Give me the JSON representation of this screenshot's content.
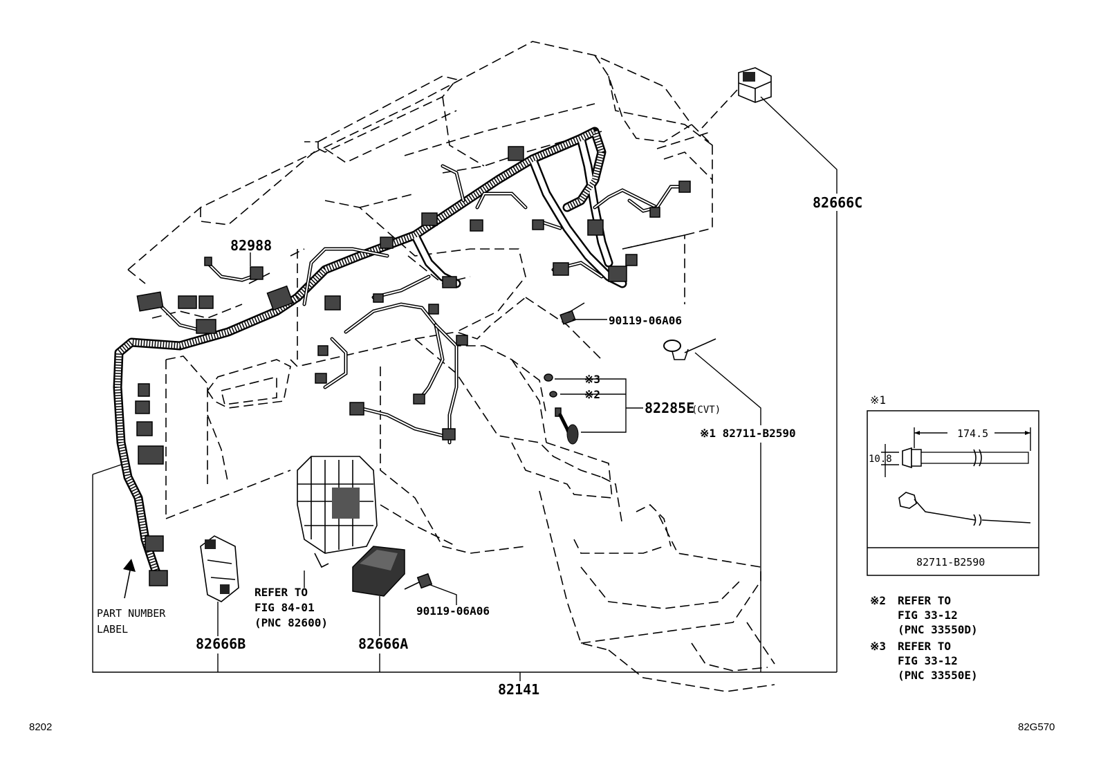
{
  "diagram": {
    "labels": {
      "p82988": "82988",
      "p82666C": "82666C",
      "p90119_top": "90119-06A06",
      "p82285E": "82285E",
      "p82285E_suffix": "(CVT)",
      "mark3_small": "※3",
      "mark2_small": "※2",
      "p82711": "※1 82711-B2590",
      "part_number_label_line1": "PART NUMBER",
      "part_number_label_line2": "LABEL",
      "p82666B": "82666B",
      "refer_line1": "REFER TO",
      "refer_line2": "FIG 84-01",
      "refer_line3": "(PNC 82600)",
      "p82666A": "82666A",
      "p90119_bottom": "90119-06A06",
      "p82141": "82141"
    },
    "detail": {
      "title": "※1",
      "dim_length": "174.5",
      "dim_height": "10.8",
      "part": "82711-B2590"
    },
    "notes": [
      {
        "mark": "※2",
        "line1": "REFER TO",
        "line2": "FIG 33-12",
        "line3": "(PNC 33550D)"
      },
      {
        "mark": "※3",
        "line1": "REFER TO",
        "line2": "FIG 33-12",
        "line3": "(PNC 33550E)"
      }
    ],
    "footer": {
      "left": "8202",
      "right": "82G570"
    }
  }
}
